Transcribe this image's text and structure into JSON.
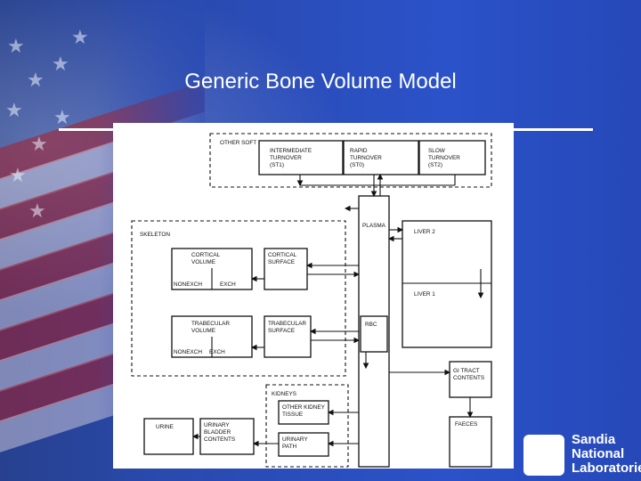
{
  "slide": {
    "title": "Generic Bone Volume Model"
  },
  "diagram": {
    "boxes": {
      "other_soft_tissues": "OTHER SOFT TISSUES",
      "intermediate": [
        "INTERMEDIATE",
        "TURNOVER",
        "(ST1)"
      ],
      "rapid": [
        "RAPID",
        "TURNOVER",
        "(ST0)"
      ],
      "slow": [
        "SLOW",
        "TURNOVER",
        "(ST2)"
      ],
      "plasma": "PLASMA",
      "liver2": "LIVER 2",
      "liver1": "LIVER 1",
      "skeleton": "SKELETON",
      "cortical_volume": [
        "CORTICAL",
        "VOLUME"
      ],
      "cortical_surface": [
        "CORTICAL",
        "SURFACE"
      ],
      "cortical_nonexch": "NONEXCH",
      "cortical_exch": "EXCH",
      "trabecular_volume": [
        "TRABECULAR",
        "VOLUME"
      ],
      "trabecular_surface": [
        "TRABECULAR",
        "SURFACE"
      ],
      "trabecular_nonexch": "NONEXCH",
      "trabecular_exch": "EXCH",
      "rbc": "RBC",
      "gi_tract": [
        "GI TRACT",
        "CONTENTS"
      ],
      "kidneys": "KIDNEYS",
      "other_kidney": [
        "OTHER KIDNEY",
        "TISSUE"
      ],
      "urinary_path": [
        "URINARY",
        "PATH"
      ],
      "urine": "URINE",
      "urinary_bladder": [
        "URINARY",
        "BLADDER",
        "CONTENTS"
      ],
      "faeces": "FAECES"
    }
  },
  "logo": {
    "lines": [
      "Sandia",
      "National",
      "Laboratories"
    ]
  },
  "colors": {
    "background": "#2a4bb3",
    "title": "#ffffff"
  }
}
